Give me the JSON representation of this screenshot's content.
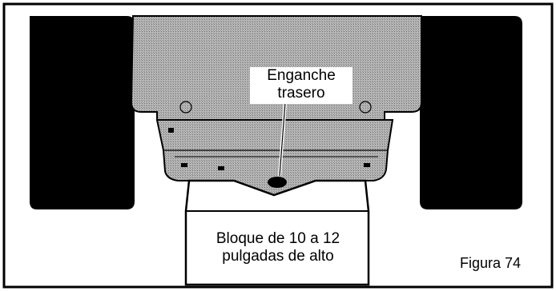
{
  "callout": {
    "line1": "Enganche",
    "line2": "trasero"
  },
  "block": {
    "line1": "Bloque de 10 a 12",
    "line2": "pulgadas de alto"
  },
  "caption": "Figura 74",
  "colors": {
    "tire": "#000000",
    "frame_fill": "#a9a9a9",
    "background": "#ffffff",
    "outline": "#000000"
  },
  "icons": [
    "bolt-hole-icon",
    "hitch-hole-icon"
  ]
}
